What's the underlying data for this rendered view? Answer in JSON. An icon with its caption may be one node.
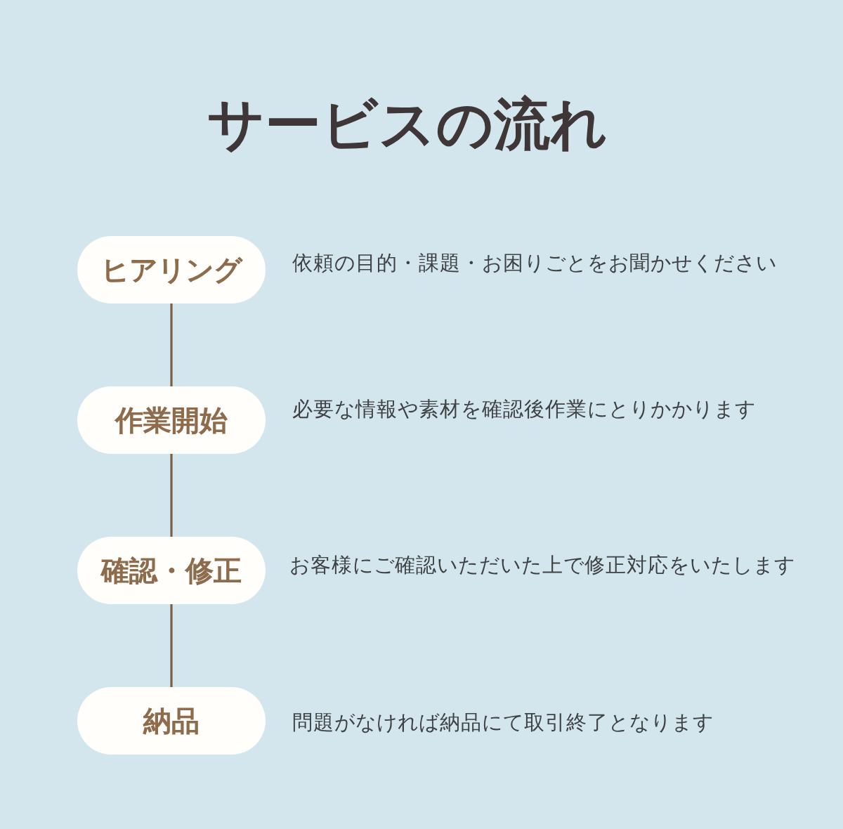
{
  "diagram": {
    "title": "サービスの流れ",
    "nodes": [
      {
        "text": [
          "ヒアリング"
        ],
        "beside": [
          "依頼の目的・課題・お困りごとをお聞かせください"
        ]
      },
      {
        "text": [
          "作業開始"
        ],
        "beside": [
          "必要な情報や素材を確認後作業にとりかかります"
        ]
      },
      {
        "text": [
          "確認・修正"
        ],
        "beside": [
          "お客様にご確認いただいた上で修正対応をいたします"
        ]
      },
      {
        "text": [
          "納品"
        ],
        "beside": [
          "問題がなければ納品にて取引終了となります"
        ]
      }
    ],
    "edges": [
      {
        "from": 0,
        "to": 1,
        "arrow": "none"
      },
      {
        "from": 1,
        "to": 2,
        "arrow": "none"
      },
      {
        "from": 2,
        "to": 3,
        "arrow": "none"
      }
    ]
  }
}
